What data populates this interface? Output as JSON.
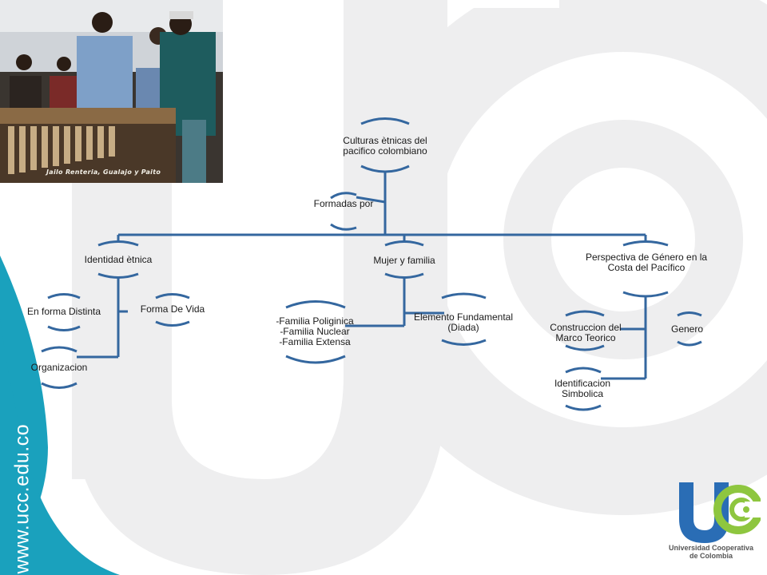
{
  "colors": {
    "accent_teal": "#1aa1bd",
    "line_blue": "#34679f",
    "watermark_gray": "#eeeeef",
    "logo_blue": "#2a6db5",
    "logo_green": "#8ec63f"
  },
  "photo": {
    "caption": "Jailo Renteria, Gualajo y Paito",
    "description_icon": "marimba-musicians-photo"
  },
  "diagram": {
    "root": "Culturas ètnicas del pacifico colombiano",
    "connector": "Formadas por",
    "branches": [
      {
        "label": "Identidad ètnica",
        "children": [
          "En forma Distinta",
          "Forma De Vida",
          "Organizacion"
        ]
      },
      {
        "label": "Mujer y familia",
        "children": [
          "-Familia Poliginica\n-Familia Nuclear\n-Familia Extensa",
          "Elemento Fundamental (Diada)"
        ]
      },
      {
        "label": "Perspectiva de Género en la Costa del Pacífico",
        "children": [
          "Construccion del Marco Teorico",
          "Genero",
          "Identificacion Simbolica"
        ]
      }
    ]
  },
  "footer": {
    "url": "www.ucc.edu.co",
    "logo_line1": "Universidad Cooperativa",
    "logo_line2": "de Colombia",
    "logo_icon": "ucc-logo-icon"
  }
}
